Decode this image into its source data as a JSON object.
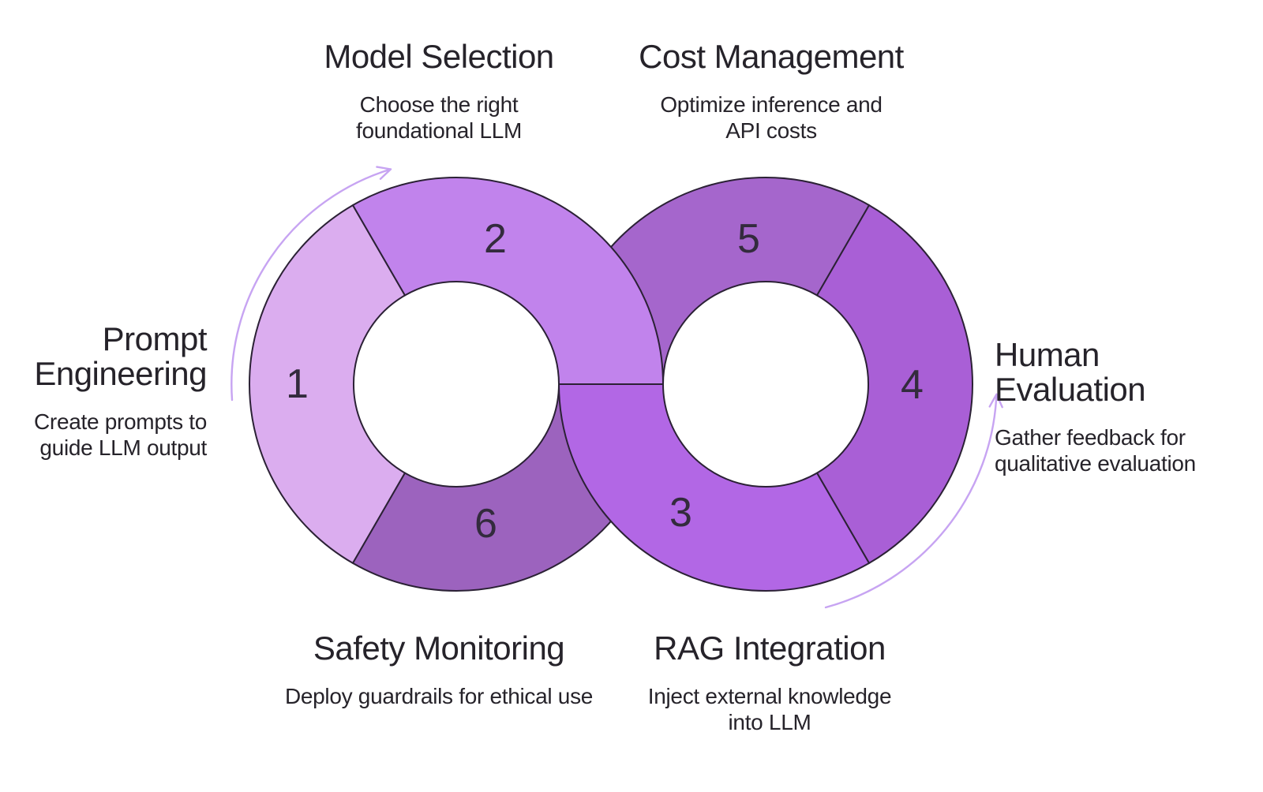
{
  "figure": {
    "background": "#ffffff",
    "outline_color": "#2b2135",
    "arrow_color": "#c7a4f2",
    "number_color": "#332b3d",
    "text_color": "#26232a"
  },
  "stages": [
    {
      "number": "1",
      "title": "Prompt Engineering",
      "subtitle": "Create prompts to guide LLM output",
      "color": "#dbadef"
    },
    {
      "number": "2",
      "title": "Model Selection",
      "subtitle": "Choose the right foundational LLM",
      "color": "#c183ec"
    },
    {
      "number": "3",
      "title": "RAG Integration",
      "subtitle": "Inject external knowledge into LLM",
      "color": "#b267e5"
    },
    {
      "number": "4",
      "title": "Human Evaluation",
      "subtitle": "Gather feedback for qualitative evaluation",
      "color": "#a95fd6"
    },
    {
      "number": "5",
      "title": "Cost Management",
      "subtitle": "Optimize inference and API costs",
      "color": "#a566cc"
    },
    {
      "number": "6",
      "title": "Safety Monitoring",
      "subtitle": "Deploy guardrails for ethical use",
      "color": "#9c63be"
    }
  ]
}
